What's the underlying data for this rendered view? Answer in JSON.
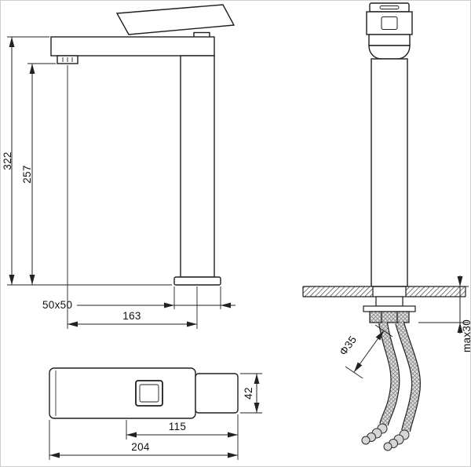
{
  "dimensions": {
    "front": {
      "total_height": "322",
      "outlet_height": "257",
      "base_size": "50x50",
      "spout_reach": "163"
    },
    "side": {
      "max_counter_thickness": "max30",
      "hole_diameter": "Φ35"
    },
    "top": {
      "handle_height": "42",
      "lever_length": "115",
      "total_length": "204"
    }
  },
  "colors": {
    "line": "#1e1e1e",
    "dimension": "#222222",
    "fill": "#ffffff",
    "hose_braid": "#8b8b8b"
  }
}
